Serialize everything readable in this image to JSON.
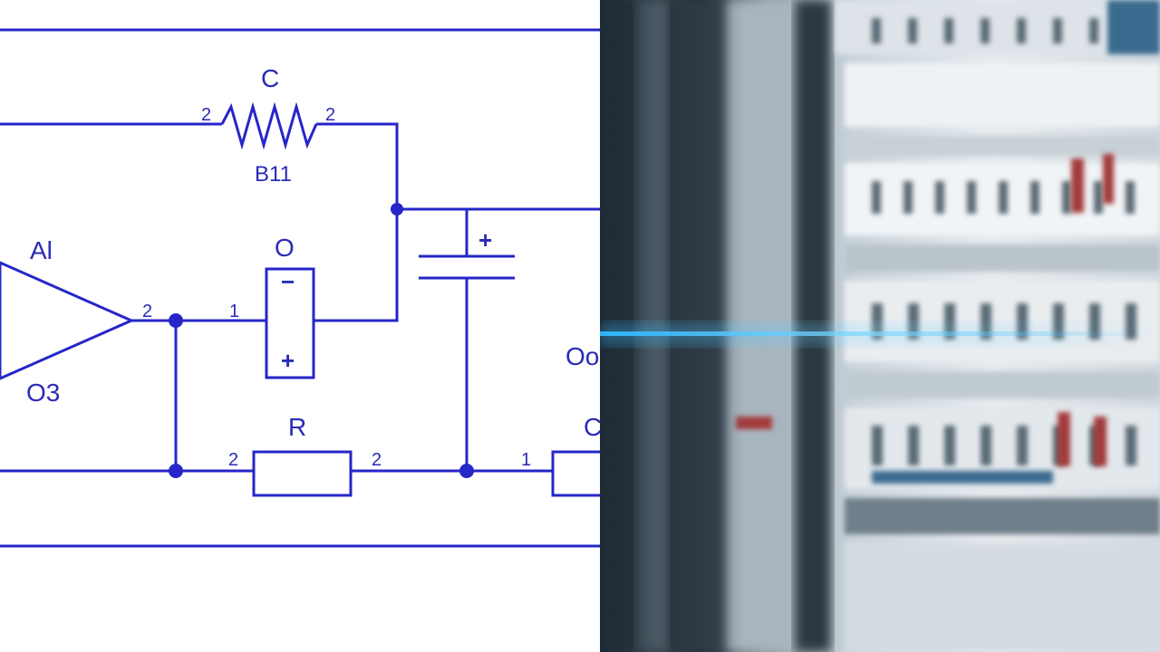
{
  "schematic": {
    "labels": {
      "resistor_top": "C",
      "resistor_top_sub": "B11",
      "amp_top": "Al",
      "amp_bottom": "O3",
      "component_mid": "O",
      "resistor_bottom": "R",
      "right_top": "Oo",
      "right_bottom": "C"
    },
    "pins": {
      "rtop_left": "2",
      "rtop_right": "2",
      "amp_out": "2",
      "comp_in": "1",
      "rbot_left": "2",
      "rbot_right": "2",
      "right_box_in": "1"
    },
    "signs": {
      "comp_minus": "−",
      "comp_plus": "+",
      "cap_plus": "+"
    },
    "colors": {
      "ink": "#2626c9"
    }
  },
  "photo": {
    "subject": "electrical-cabinet-photo",
    "colors": {
      "light_beam": "#2fb8ff"
    }
  }
}
